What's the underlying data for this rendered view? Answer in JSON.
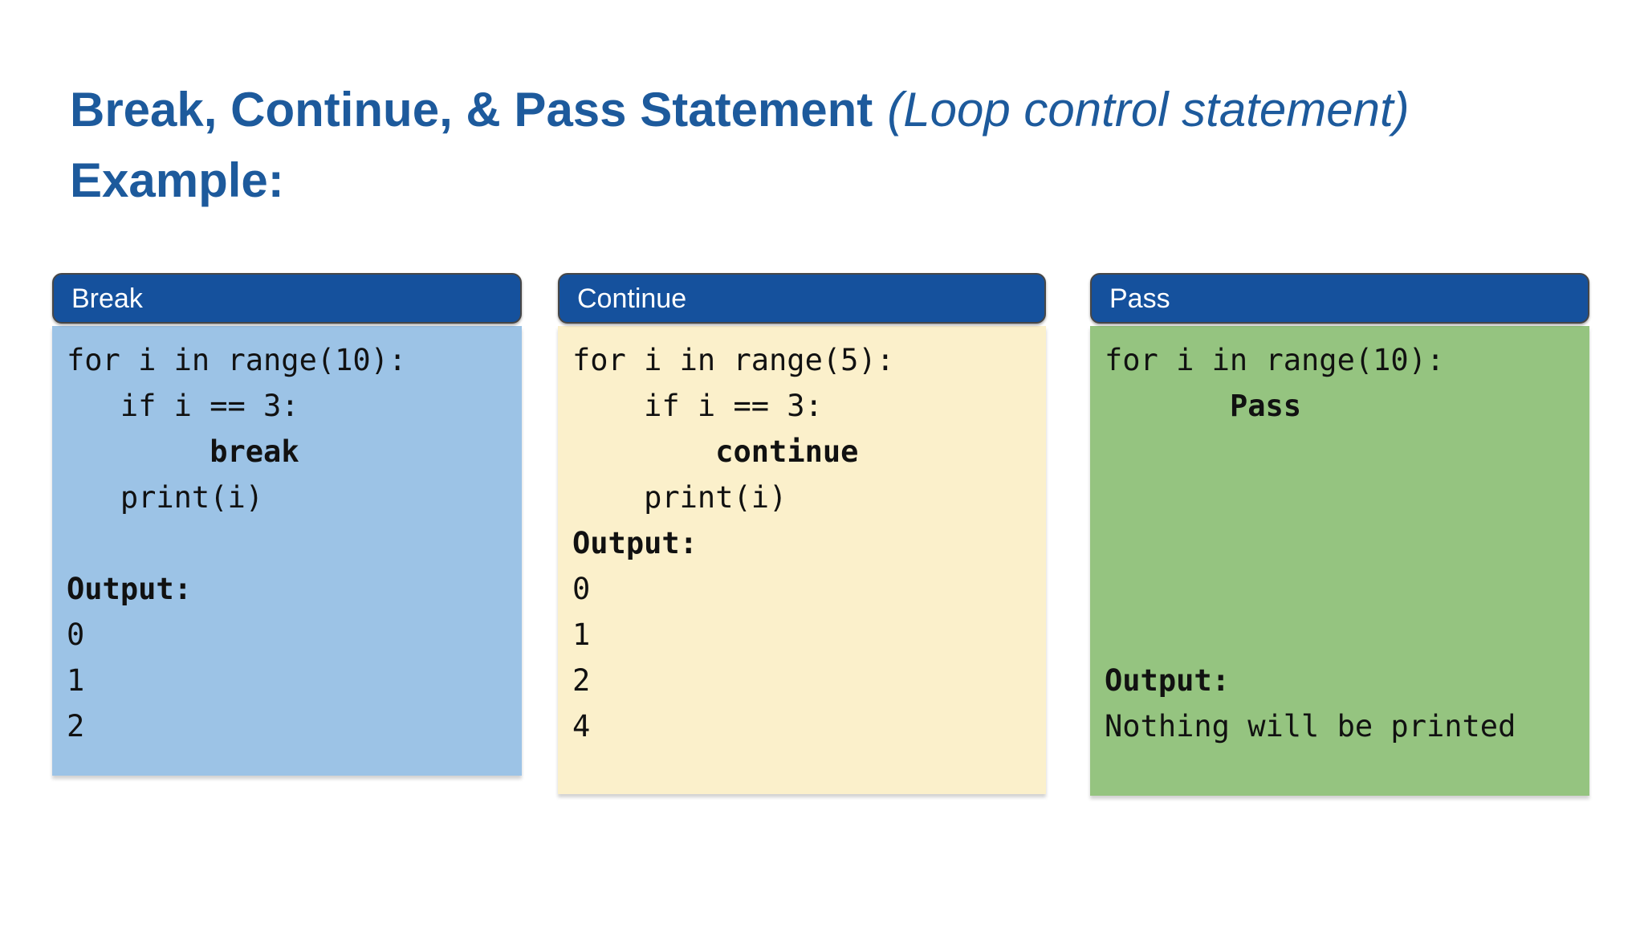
{
  "title": {
    "main": "Break, Continue, & Pass Statement",
    "parenthetical": "(Loop control statement)",
    "example_label": "Example:"
  },
  "colors": {
    "title_text": "#1d5a9c",
    "card_header_bg": "#15519d",
    "card_header_text": "#ffffff",
    "card_break_bg": "#9cc3e6",
    "card_continue_bg": "#fbf0cb",
    "card_pass_bg": "#95c480",
    "code_text": "#111111",
    "page_bg": "#ffffff"
  },
  "cards": [
    {
      "id": "break",
      "header": "Break",
      "bg": "#9cc3e6",
      "lines": [
        [
          {
            "t": "for i in range(10):"
          }
        ],
        [
          {
            "t": "   if i == 3:"
          }
        ],
        [
          {
            "t": "        "
          },
          {
            "t": "break",
            "b": true
          }
        ],
        [
          {
            "t": "   print(i)"
          }
        ],
        [],
        [
          {
            "t": "Output:",
            "b": true
          }
        ],
        [
          {
            "t": "0"
          }
        ],
        [
          {
            "t": "1"
          }
        ],
        [
          {
            "t": "2"
          }
        ]
      ]
    },
    {
      "id": "continue",
      "header": "Continue",
      "bg": "#fbf0cb",
      "lines": [
        [
          {
            "t": "for i in range(5):"
          }
        ],
        [
          {
            "t": "    if i == 3:"
          }
        ],
        [
          {
            "t": "        "
          },
          {
            "t": "continue",
            "b": true
          }
        ],
        [
          {
            "t": "    print(i)"
          }
        ],
        [
          {
            "t": "Output:",
            "b": true
          }
        ],
        [
          {
            "t": "0"
          }
        ],
        [
          {
            "t": "1"
          }
        ],
        [
          {
            "t": "2"
          }
        ],
        [
          {
            "t": "4"
          }
        ]
      ]
    },
    {
      "id": "pass",
      "header": "Pass",
      "bg": "#95c480",
      "lines": [
        [
          {
            "t": "for i in range(10):"
          }
        ],
        [
          {
            "t": "       "
          },
          {
            "t": "Pass",
            "b": true
          }
        ],
        [],
        [],
        [],
        [],
        [],
        [
          {
            "t": "Output:",
            "b": true
          }
        ],
        [
          {
            "t": "Nothing will be printed"
          }
        ]
      ]
    }
  ]
}
